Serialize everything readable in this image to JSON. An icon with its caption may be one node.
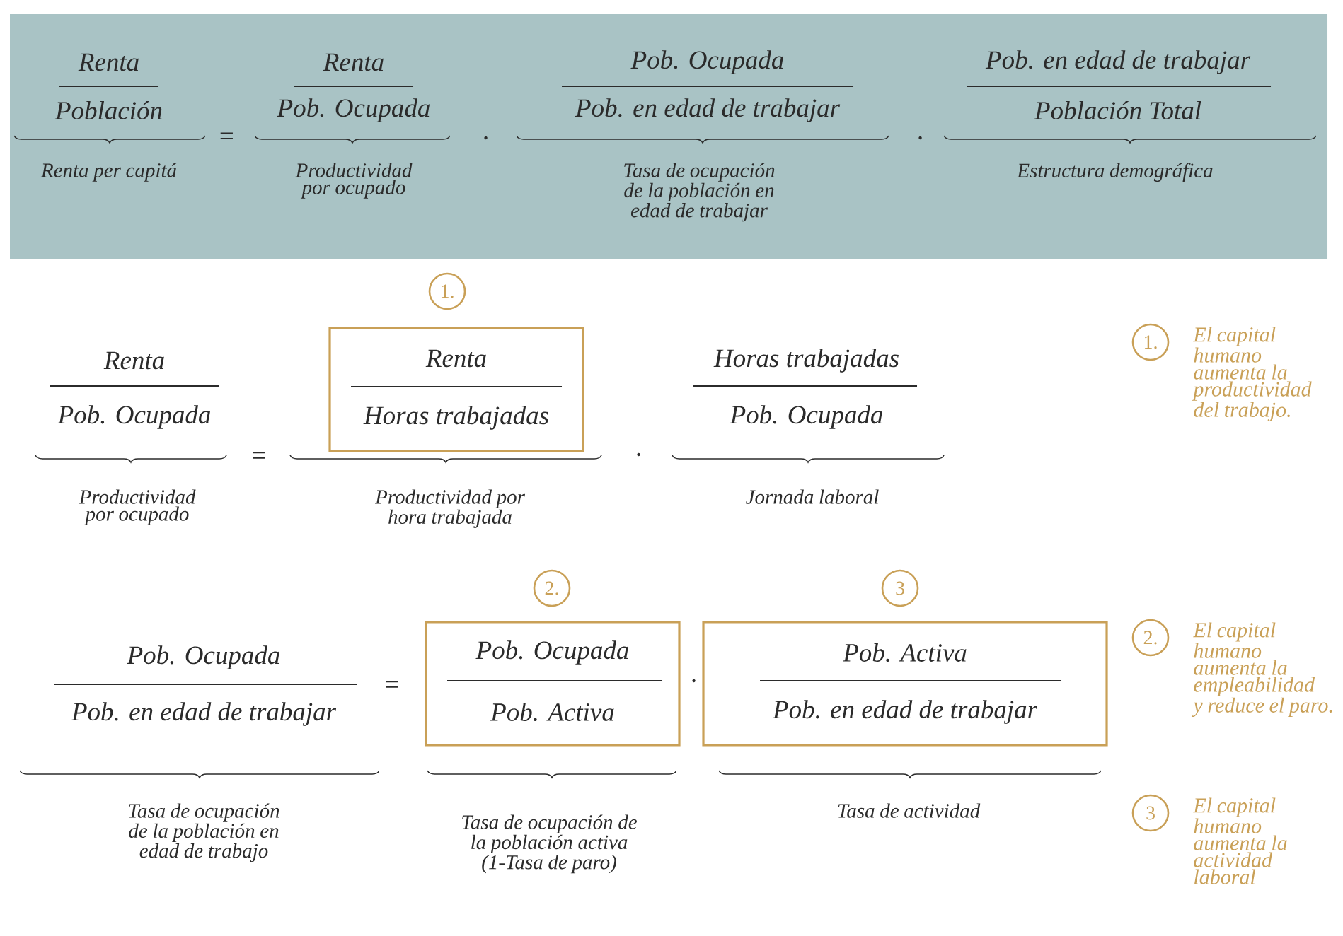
{
  "diagram": {
    "nodes": [
      {
        "text": [
          "1."
        ]
      },
      {
        "text": [
          "Renta",
          "Horas trabajadas"
        ]
      },
      {
        "text": [
          "1."
        ],
        "beside": [
          "El capital humano aumenta la productividad del trabajo."
        ]
      },
      {
        "text": [
          "2."
        ]
      },
      {
        "text": [
          "3"
        ]
      },
      {
        "text": [
          "Pob. Ocupada",
          "Pob. Activa"
        ]
      },
      {
        "text": [
          "Pob. Activa",
          "Pob. en edad de trabajar"
        ]
      },
      {
        "text": [
          "2."
        ],
        "beside": [
          "El capital humano aumenta la empleabilidad y reduce el paro."
        ]
      },
      {
        "text": [
          "3"
        ],
        "beside": [
          "El capital humano aumenta la actividad laboral"
        ]
      }
    ],
    "labels": [
      "Renta",
      "Población",
      "=",
      "Renta",
      "Pob. Ocupada",
      "·",
      "Pob. Ocupada",
      "Pob. en edad de trabajar",
      "·",
      "Pob. en edad de trabajar",
      "Población Total",
      "Renta per capitá",
      "Productividad por ocupado",
      "Tasa de ocupación de la población en edad de trabajar",
      "Estructura demográfica",
      "Renta",
      "Pob. Ocupada",
      "=",
      "·",
      "Horas trabajadas",
      "Pob. Ocupada",
      "Productividad por ocupado",
      "Productividad por hora trabajada",
      "Jornada laboral",
      "Pob. Ocupada",
      "Pob. en edad de trabajar",
      "=",
      "·",
      "Tasa de ocupación de la población en edad de trabajo",
      "Tasa de ocupación de la población activa (1-Tasa de paro)",
      "Tasa de actividad"
    ]
  }
}
